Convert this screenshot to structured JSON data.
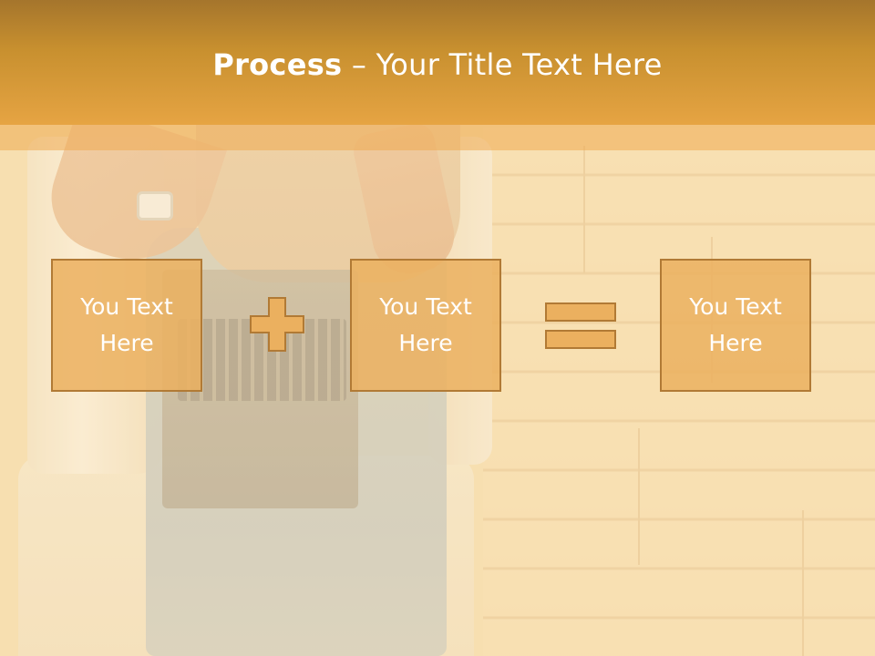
{
  "slide": {
    "title": {
      "bold": "Process",
      "rest": " – Your Title Text Here"
    },
    "boxes": [
      {
        "text": "You Text Here"
      },
      {
        "text": "You Text Here"
      },
      {
        "text": "You Text Here"
      }
    ],
    "operators": {
      "first": "plus-icon",
      "second": "equals-icon"
    },
    "colors": {
      "header_top": "#a5752c",
      "header_bottom": "#e6a443",
      "box_fill": "#ebb05f",
      "box_border": "#b17a35",
      "text": "#ffffff"
    }
  }
}
